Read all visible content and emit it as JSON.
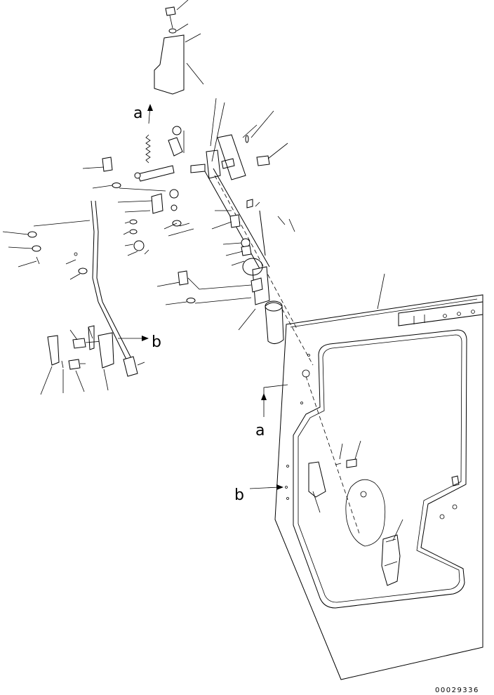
{
  "callouts": {
    "a_top": "a",
    "b_top": "b",
    "a_door": "a",
    "b_door": "b"
  },
  "drawing_number": "00029336"
}
